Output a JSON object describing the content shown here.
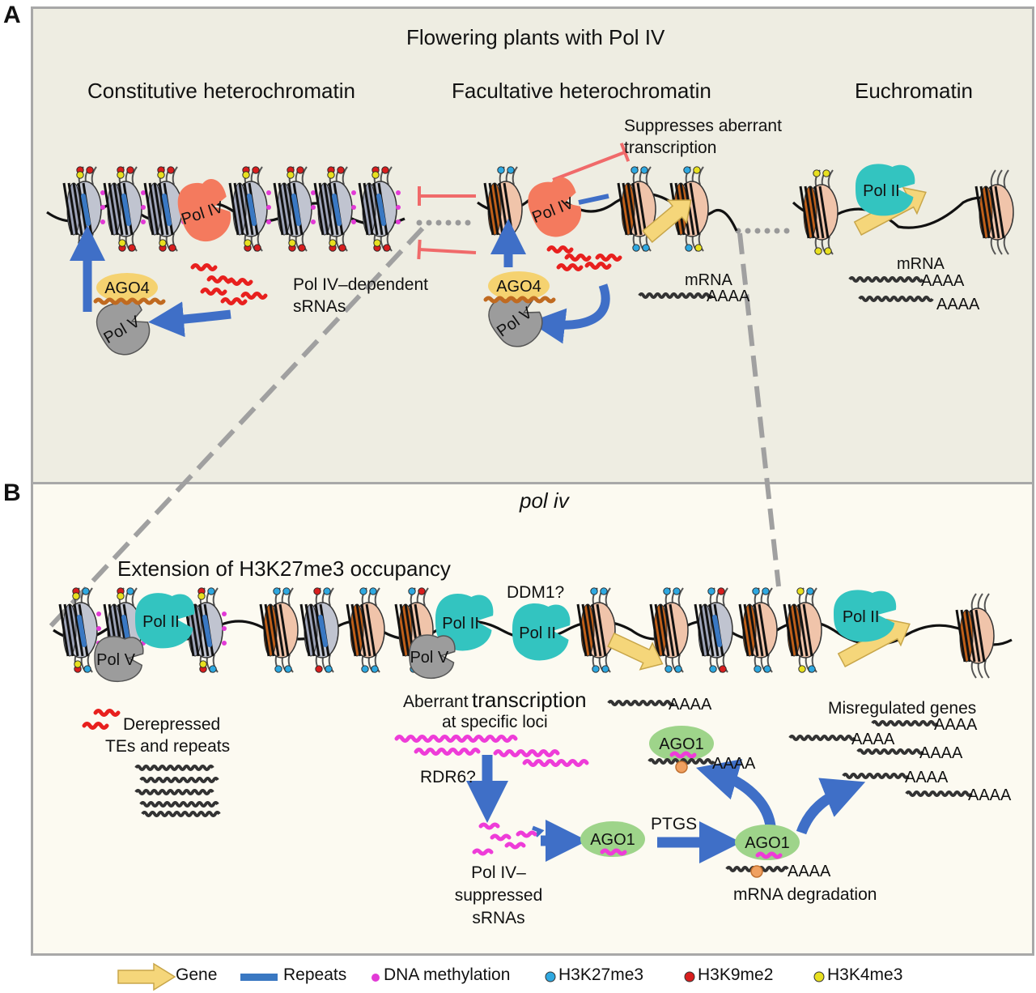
{
  "panel_labels": {
    "a": "A",
    "b": "B"
  },
  "panel_a": {
    "title": "Flowering plants with Pol IV",
    "sections": {
      "constitutive": "Constitutive heterochromatin",
      "facultative": "Facultative heterochromatin",
      "euchromatin": "Euchromatin"
    },
    "suppresses_line1": "Suppresses aberrant",
    "suppresses_line2": "transcription",
    "pol4": "Pol IV",
    "pol5": "Pol V",
    "pol2": "Pol II",
    "ago4": "AGO4",
    "srna_line1": "Pol IV–dependent",
    "srna_line2": "sRNAs",
    "mrna": "mRNA",
    "polya": "AAAA"
  },
  "panel_b": {
    "title": "pol iv",
    "extension": "Extension of H3K27me3 occupancy",
    "ddm1": "DDM1?",
    "pol2": "Pol II",
    "pol5": "Pol V",
    "derepressed_line1": "Derepressed",
    "derepressed_line2": "TEs and repeats",
    "aberrant_word1": "Aberrant",
    "aberrant_word2": "transcription",
    "aberrant_line2": "at specific loci",
    "rdr6": "RDR6?",
    "suppressed_line1": "Pol IV–",
    "suppressed_line2": "suppressed",
    "suppressed_line3": "sRNAs",
    "ago1": "AGO1",
    "ptgs": "PTGS",
    "degradation": "mRNA degradation",
    "misregulated": "Misregulated genes",
    "polya": "AAAA"
  },
  "legend": [
    {
      "label": "Gene",
      "icon": "yellow-arrow",
      "color": "#f5d67a"
    },
    {
      "label": "Repeats",
      "icon": "blue-bar",
      "color": "#3a78c2"
    },
    {
      "label": "DNA methylation",
      "icon": "magenta-dot",
      "color": "#e23ad6"
    },
    {
      "label": "H3K27me3",
      "icon": "cyan-dot",
      "color": "#2fa8e0"
    },
    {
      "label": "H3K9me2",
      "icon": "red-dot",
      "color": "#d81e1e"
    },
    {
      "label": "H3K4me3",
      "icon": "yellow-dot",
      "color": "#e8e020"
    }
  ],
  "colors": {
    "panel_a_bg": "#eeede2",
    "panel_b_bg": "#fcfaf1",
    "pol2": "#33c4c0",
    "pol4": "#f47a5e",
    "pol5": "#9c9c9c",
    "ago4": "#f5d270",
    "ago1": "#9ed48a",
    "arrow_blue": "#3f6fc7",
    "inhibit_red": "#f06a6a",
    "srna_red": "#e8201e",
    "srna_magenta": "#ee3cd8",
    "nucleosome_gray": "#c0c4d0",
    "nucleosome_orange": "#f0c4aa",
    "nucleosome_brown": "#c0601a"
  }
}
